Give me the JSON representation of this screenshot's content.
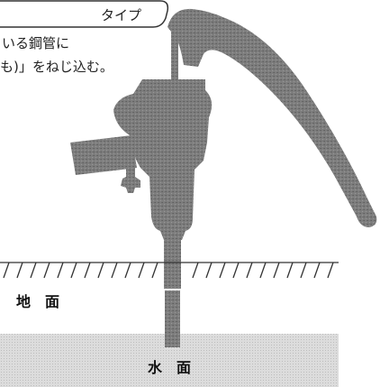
{
  "header": {
    "partial_title": "タイプ",
    "line1": "いる鋼管に",
    "line2": "も)」をねじ込む。"
  },
  "labels": {
    "ground": "地　面",
    "water": "水　面"
  },
  "colors": {
    "pump": "#7a7a7a",
    "pump_dark": "#555555",
    "water": "#d6d6d6",
    "hatch": "#333333"
  }
}
